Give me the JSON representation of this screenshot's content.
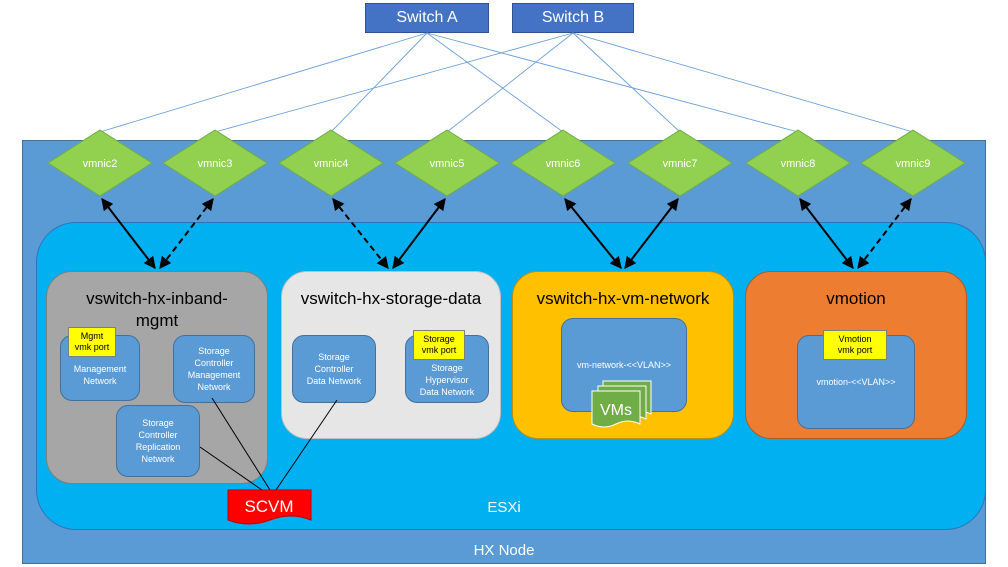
{
  "switches": [
    "Switch A",
    "Switch B"
  ],
  "vmnics": [
    "vmnic2",
    "vmnic3",
    "vmnic4",
    "vmnic5",
    "vmnic6",
    "vmnic7",
    "vmnic8",
    "vmnic9"
  ],
  "hx_node_label": "HX Node",
  "esxi_label": "ESXi",
  "vswitches": {
    "inband": {
      "title_line1": "vswitch-hx-inband-",
      "title_line2": "mgmt",
      "mgmt_vmk": [
        "Mgmt",
        "vmk port"
      ],
      "mgmt_network": [
        "Management",
        "Network"
      ],
      "storage_mgmt": [
        "Storage",
        "Controller",
        "Management",
        "Network"
      ],
      "storage_repl": [
        "Storage",
        "Controller",
        "Replication",
        "Network"
      ]
    },
    "storage": {
      "title": "vswitch-hx-storage-data",
      "ctrl_data": [
        "Storage",
        "Controller",
        "Data Network"
      ],
      "storage_vmk": [
        "Storage",
        "vmk port"
      ],
      "hyp_data": [
        "Storage",
        "Hypervisor",
        "Data Network"
      ]
    },
    "vm": {
      "title": "vswitch-hx-vm-network",
      "portgroup": "vm-network-<<VLAN>>",
      "vms": "VMs"
    },
    "vmotion": {
      "title": "vmotion",
      "vmk": [
        "Vmotion",
        "vmk port"
      ],
      "portgroup": "vmotion-<<VLAN>>"
    }
  },
  "scvm_label": "SCVM",
  "colors": {
    "switch": "#4472c4",
    "hx_node": "#5b9bd5",
    "esxi": "#00b0f0",
    "vmnic": "#92d050",
    "inband": "#a6a6a6",
    "storage": "#e7e6e6",
    "vm_network": "#ffc000",
    "vmotion": "#ed7d31",
    "scvm": "#ff0000",
    "vmk": "#ffff00"
  }
}
